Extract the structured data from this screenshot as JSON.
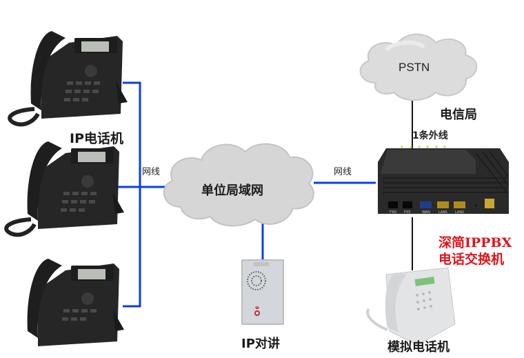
{
  "diagram": {
    "title": "IPPBX network topology",
    "colors": {
      "ethernet_line": "#0a3cf0",
      "phone_line": "#111111",
      "cloud_fill": "#d8d8d8",
      "cloud_stroke": "#c4c4c4",
      "pbx_label": "#e0141a",
      "text": "#1a1a1a"
    },
    "nodes": {
      "ip_phones": {
        "label": "IP电话机",
        "count": 3,
        "icon": "ip-desk-phone"
      },
      "lan": {
        "label": "单位局域网",
        "icon": "cloud"
      },
      "pstn": {
        "label": "PSTN",
        "icon": "cloud"
      },
      "telecom": {
        "label": "电信局"
      },
      "pbx": {
        "label_line1": "深简IPPBX",
        "label_line2": "电话交换机",
        "icon": "ippbx-box",
        "ports": [
          "FXO",
          "FXS",
          "WAN",
          "LAN1",
          "LAN2"
        ]
      },
      "intercom": {
        "label": "IP对讲",
        "icon": "door-intercom"
      },
      "analog_phone": {
        "label": "模拟电话机",
        "icon": "analog-phone"
      }
    },
    "edges": {
      "phones_to_lan": {
        "label": "网线",
        "type": "ethernet"
      },
      "lan_to_pbx": {
        "label": "网线",
        "type": "ethernet"
      },
      "pstn_to_pbx": {
        "label": "1条外线",
        "type": "phone-line"
      },
      "lan_to_intercom": {
        "label": "",
        "type": "ethernet"
      },
      "pbx_to_analog": {
        "label": "",
        "type": "phone-line"
      }
    }
  }
}
